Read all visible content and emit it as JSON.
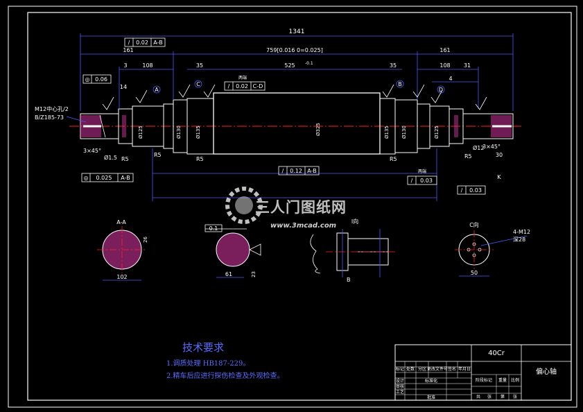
{
  "colors": {
    "background": "#000000",
    "outline": "#ffffff",
    "dimension": "#4a5cff",
    "hatch": "#cc3399",
    "centerline": "#ff2020",
    "text_blue": "#5a6cff",
    "watermark": "#bfbfbf"
  },
  "dimensions": {
    "overall_length": "1341",
    "span_left": "161",
    "span_middle": "759[0.016 0=0.025]",
    "span_right": "161",
    "left_step_small": "3",
    "left_step_108": "108",
    "left_step_35": "35",
    "right_step_35": "35",
    "right_step_108": "108",
    "right_step_31": "31",
    "center_len": "525",
    "center_len_tol": "-0.1",
    "bottom_label": "0.12",
    "dim_4": "4",
    "dim_k": "K",
    "dim_14": "14",
    "right_30": "30"
  },
  "tolerances": {
    "top_left": "0.02",
    "top_frame_ref": "A-B",
    "left_runout": "0.06",
    "c_frame_value": "0.02",
    "c_frame_ref": "C-D",
    "bottom_mid_value": "0.12",
    "bottom_mid_ref": "A-B",
    "bottom_left_value": "0.025",
    "bottom_left_ref": "A-B",
    "bottom_right_value": "0.03",
    "right_small_value": "0.03",
    "label_center": "两端",
    "label_right": "两端"
  },
  "annotations": {
    "left_thread_line1": "M12中心孔/2",
    "left_thread_line2": "B/Z185-73",
    "chamfer_left": "3×45°",
    "chamfer_right": "3×45°",
    "r5_a": "R5",
    "r5_b": "R5",
    "r5_c": "R5",
    "r5_d": "R5",
    "r5_e": "R5",
    "d815": "Ø1.5",
    "d812": "Ø12",
    "mark_a": "A",
    "mark_b": "B",
    "mark_c": "C",
    "mark_d": "D",
    "center_diameter": "Ø325",
    "dia_l1": "Ø125",
    "dia_l2": "Ø130",
    "dia_l3": "Ø135",
    "dia_r1": "Ø135",
    "dia_r2": "Ø130",
    "dia_r3": "Ø125"
  },
  "sections": {
    "aa_label": "A-A",
    "aa_width": "102",
    "aa_height": "26",
    "bb_width": "61",
    "bb_height": "23",
    "bb_tol": "0.1",
    "detail_label": "I向",
    "detail_mark": "B",
    "c_label": "C向",
    "c_note1": "4-M12",
    "c_note2": "深28",
    "c_width": "50"
  },
  "tech_requirements": {
    "title": "技术要求",
    "items": [
      "1.调质处理 HB187-229。",
      "2.精车后应进行探伤检查及外观检查。"
    ]
  },
  "title_block": {
    "material": "40Cr",
    "part_name": "偏心轴",
    "cells": [
      "标记",
      "处数",
      "分区",
      "更改文件号",
      "签名",
      "年月日",
      "设计",
      "标准化",
      "审核",
      "工艺",
      "批准",
      "阶段标记",
      "重量",
      "比例",
      "共",
      "张",
      "第",
      "张"
    ]
  },
  "watermark": {
    "brand": "三人门图纸网",
    "url": "www.3mcad.com"
  }
}
